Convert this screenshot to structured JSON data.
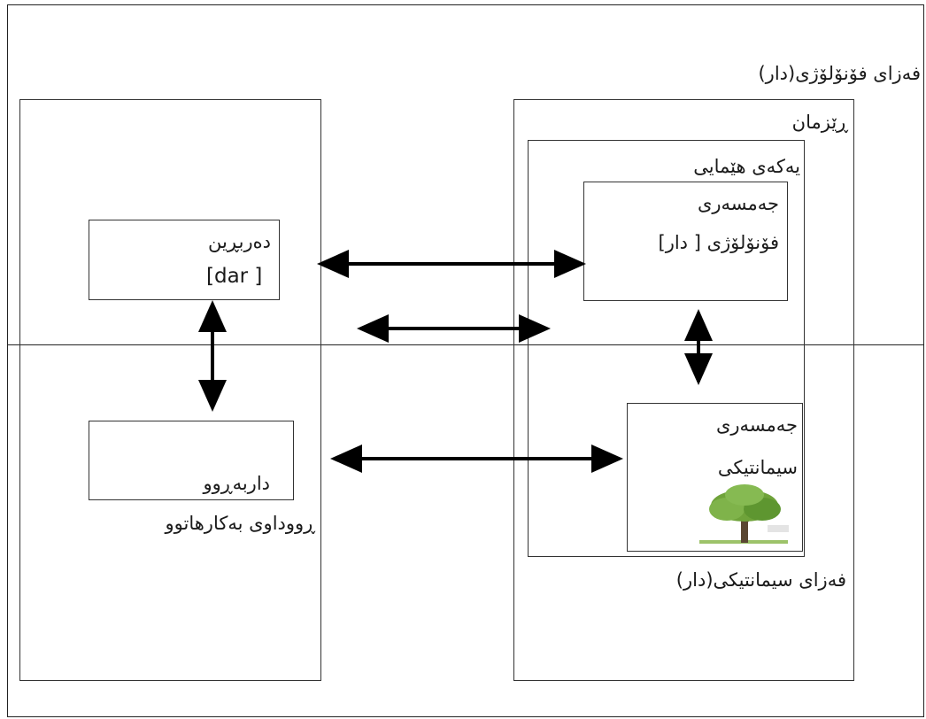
{
  "phonological_space": "فەزای فۆنۆلۆژی(دار)",
  "grammar": "ڕێزمان",
  "symbolic_unit": "یەکەی هێمایی",
  "phonological_pole": {
    "line1": "جەمسەری",
    "line2": "فۆنۆلۆژی [ دار]"
  },
  "expression": {
    "label": "دەربڕین",
    "value": "[dar ]"
  },
  "usage": {
    "value": "داربەڕوو",
    "caption": "ڕووداوی بەکارهاتوو"
  },
  "semantic_pole": {
    "line1": "جەمسەری",
    "line2": "سیمانتیکی",
    "image": "tree-icon"
  },
  "semantic_space": "فەزای سیمانتیکی(دار)",
  "colors": {
    "line": "#000000",
    "tree_foliage": "#6fa33a",
    "tree_trunk": "#5a4632"
  }
}
